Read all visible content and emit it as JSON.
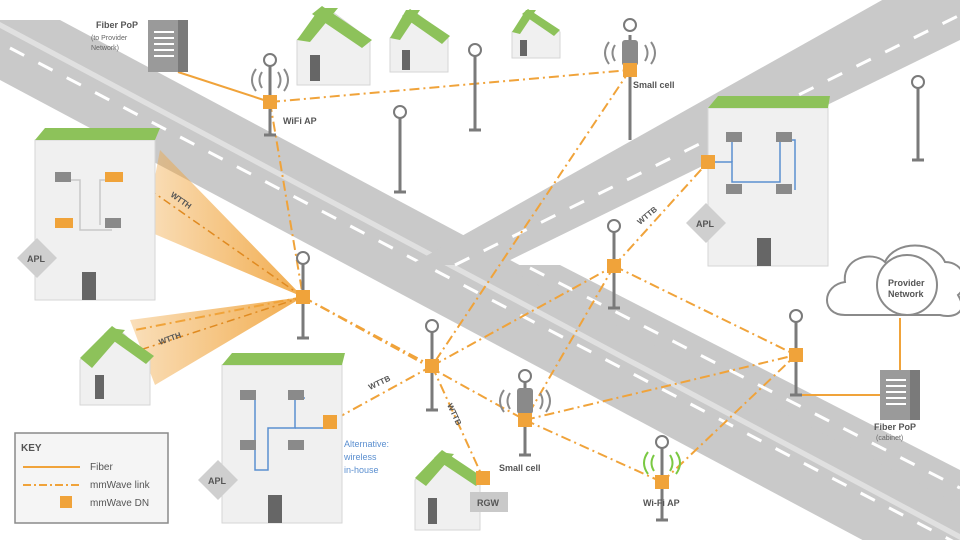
{
  "colors": {
    "fiber": "#f0a33a",
    "mmwave": "#f0a33a",
    "dn": "#f0a33a",
    "road": "#c8c8c8",
    "roof": "#8dc25a",
    "wall": "#eeeeee",
    "blue_cable": "#5b8fd0",
    "label_blue": "#5b8fd0"
  },
  "labels": {
    "fiber_pop_top": "Fiber PoP",
    "fiber_pop_top_sub1": "(to Provider",
    "fiber_pop_top_sub2": "Network)",
    "wifi_ap_top": "WiFi AP",
    "small_cell_top": "Small cell",
    "small_cell_bottom": "Small cell",
    "wifi_ap_bottom": "Wi-Fi AP",
    "fiber_pop_right": "Fiber PoP",
    "fiber_pop_right_sub": "(cabinet)",
    "provider_network_1": "Provider",
    "provider_network_2": "Network",
    "apl_left": "APL",
    "apl_bottom": "APL",
    "apl_right": "APL",
    "wtth_1": "WTTH",
    "wtth_2": "WTTH",
    "wttb_1": "WTTB",
    "wttb_2": "WTTB",
    "wttb_3": "WTTB",
    "alternative_1": "Alternative:",
    "alternative_2": "wireless",
    "alternative_3": "in-house",
    "rgw": "RGW"
  },
  "key": {
    "title": "KEY",
    "items": [
      {
        "label": "Fiber",
        "icon": "fiber-line"
      },
      {
        "label": "mmWave link",
        "icon": "mmwave-dashed-line"
      },
      {
        "label": "mmWave DN",
        "icon": "dn-square"
      }
    ]
  }
}
